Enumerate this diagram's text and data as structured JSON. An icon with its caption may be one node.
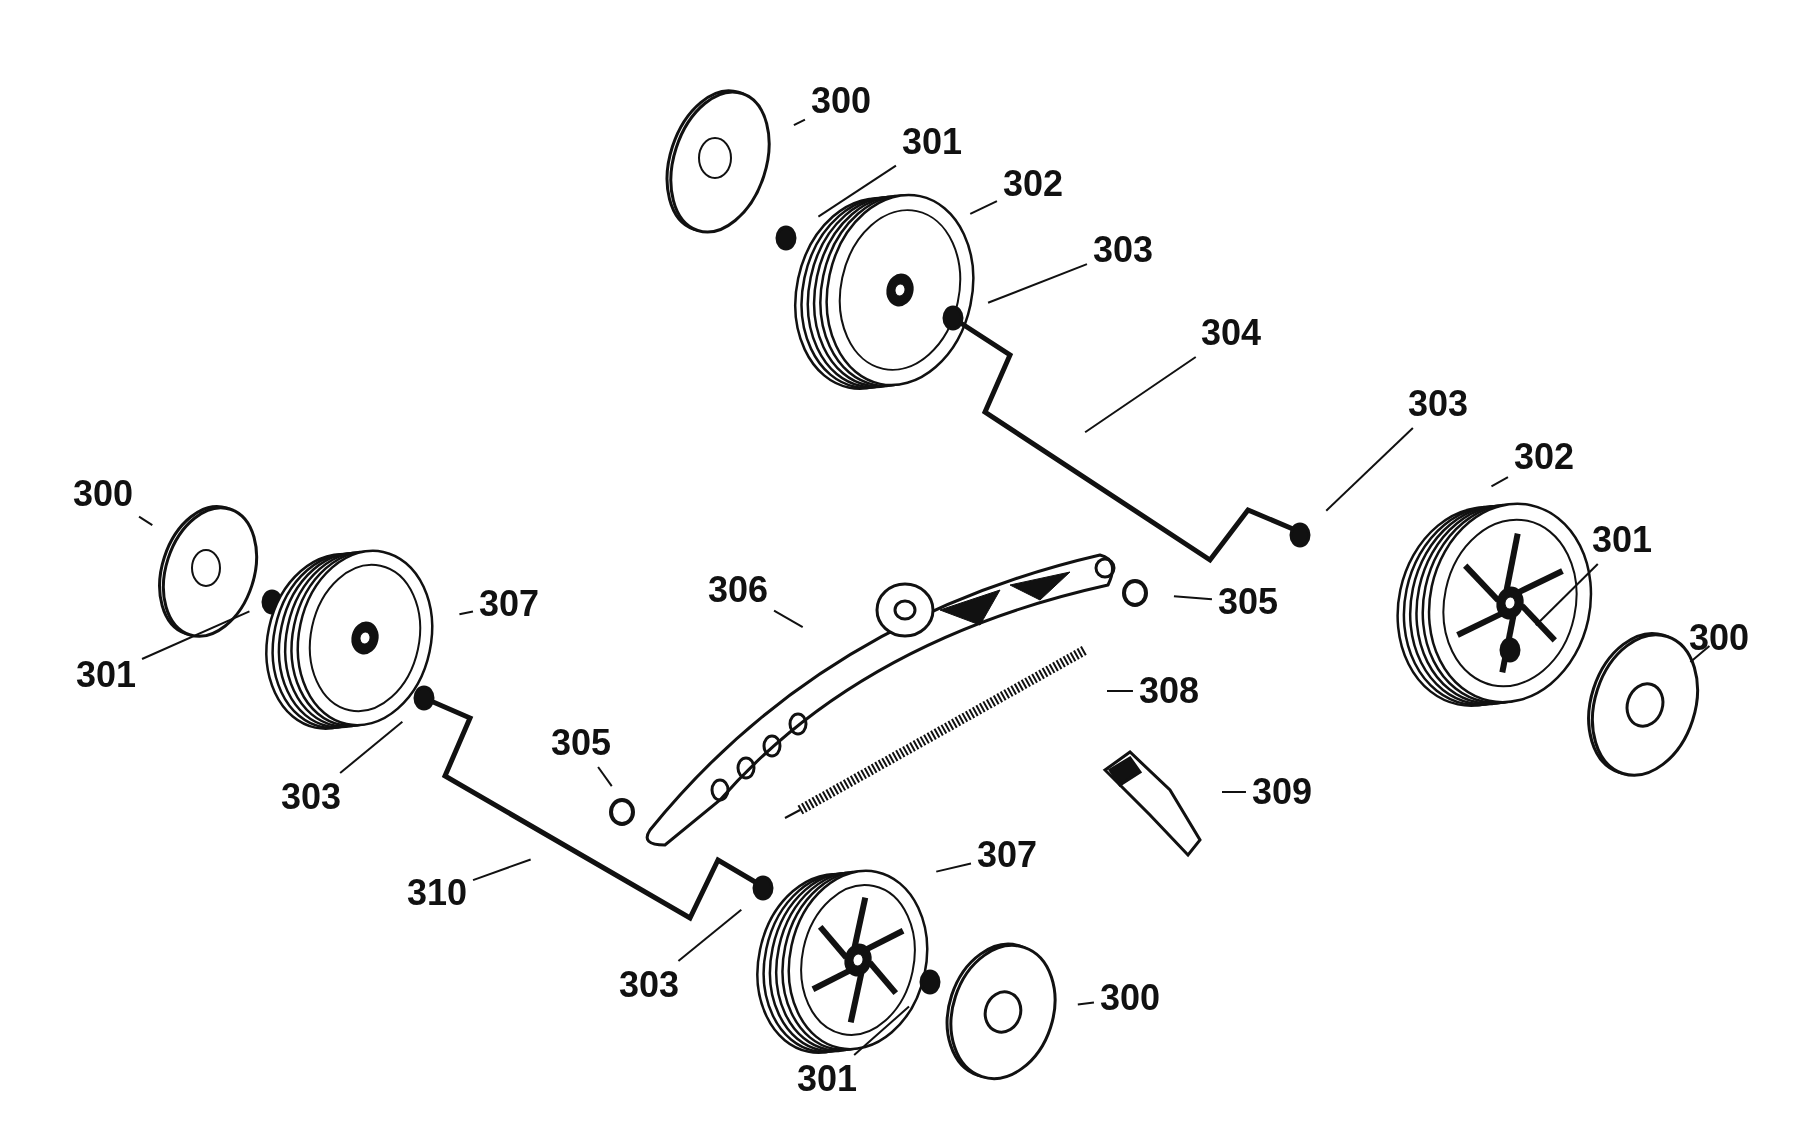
{
  "diagram": {
    "nodes": [
      {
        "text": [
          "300"
        ]
      },
      {
        "text": [
          "301"
        ]
      },
      {
        "text": [
          "302"
        ]
      },
      {
        "text": [
          "303"
        ]
      },
      {
        "text": [
          "304"
        ]
      },
      {
        "text": [
          "303"
        ]
      },
      {
        "text": [
          "302"
        ]
      },
      {
        "text": [
          "300"
        ]
      },
      {
        "text": [
          "301"
        ]
      },
      {
        "text": [
          "307"
        ]
      },
      {
        "text": [
          "306"
        ]
      },
      {
        "text": [
          "305"
        ]
      },
      {
        "text": [
          "300"
        ]
      },
      {
        "text": [
          "301"
        ]
      },
      {
        "text": [
          "308"
        ]
      },
      {
        "text": [
          "305"
        ]
      },
      {
        "text": [
          "303"
        ]
      },
      {
        "text": [
          "309"
        ]
      },
      {
        "text": [
          "307"
        ]
      },
      {
        "text": [
          "310"
        ]
      },
      {
        "text": [
          "303"
        ]
      },
      {
        "text": [
          "300"
        ]
      },
      {
        "text": [
          "301"
        ]
      }
    ],
    "edges": [
      {
        "from": 0,
        "to": null,
        "arrow": "none"
      },
      {
        "from": 1,
        "to": null,
        "arrow": "none"
      },
      {
        "from": 2,
        "to": null,
        "arrow": "none"
      },
      {
        "from": 3,
        "to": null,
        "arrow": "none"
      },
      {
        "from": 4,
        "to": null,
        "arrow": "none"
      },
      {
        "from": 5,
        "to": null,
        "arrow": "none"
      },
      {
        "from": 6,
        "to": null,
        "arrow": "none"
      },
      {
        "from": 7,
        "to": null,
        "arrow": "none"
      },
      {
        "from": 8,
        "to": null,
        "arrow": "none"
      },
      {
        "from": 9,
        "to": null,
        "arrow": "none"
      },
      {
        "from": 10,
        "to": null,
        "arrow": "none"
      },
      {
        "from": 11,
        "to": null,
        "arrow": "none"
      },
      {
        "from": 12,
        "to": null,
        "arrow": "none"
      },
      {
        "from": 13,
        "to": null,
        "arrow": "none"
      },
      {
        "from": 14,
        "to": null,
        "arrow": "none"
      },
      {
        "from": 15,
        "to": null,
        "arrow": "none"
      },
      {
        "from": 16,
        "to": null,
        "arrow": "none"
      },
      {
        "from": 17,
        "to": null,
        "arrow": "none"
      },
      {
        "from": 18,
        "to": null,
        "arrow": "none"
      },
      {
        "from": 19,
        "to": null,
        "arrow": "none"
      },
      {
        "from": 20,
        "to": null,
        "arrow": "none"
      },
      {
        "from": 21,
        "to": null,
        "arrow": "none"
      },
      {
        "from": 22,
        "to": null,
        "arrow": "none"
      }
    ]
  }
}
